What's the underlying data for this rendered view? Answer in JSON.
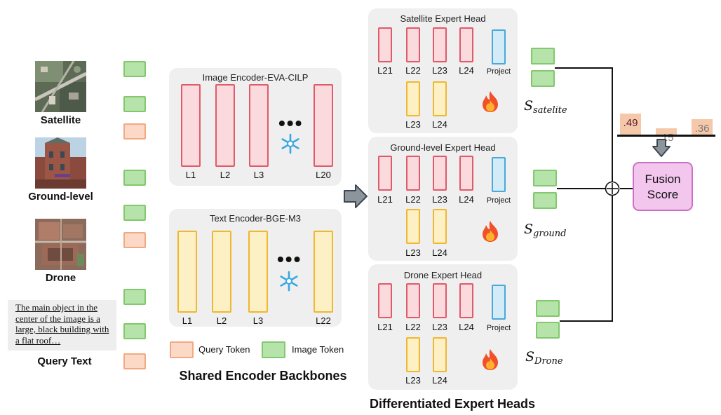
{
  "inputs": {
    "satellite_label": "Satellite",
    "ground_label": "Ground-level",
    "drone_label": "Drone",
    "query_text": "The main object in the center of the image is a large, black building with a flat roof…",
    "query_text_label": "Query Text"
  },
  "shared": {
    "image_encoder_title": "Image Encoder-EVA-CILP",
    "image_layers": [
      "L1",
      "L2",
      "L3",
      "L20"
    ],
    "text_encoder_title": "Text Encoder-BGE-M3",
    "text_layers": [
      "L1",
      "L2",
      "L3",
      "L22"
    ],
    "section_title": "Shared Encoder Backbones"
  },
  "legend": {
    "query_token": "Query Token",
    "image_token": "Image Token"
  },
  "heads": [
    {
      "title": "Satellite Expert Head",
      "red_layers": [
        "L21",
        "L22",
        "L23",
        "L24"
      ],
      "project": "Project",
      "yellow_layers": [
        "L23",
        "L24"
      ],
      "score": "S",
      "score_sub": "satelite"
    },
    {
      "title": "Ground-level Expert Head",
      "red_layers": [
        "L21",
        "L22",
        "L23",
        "L24"
      ],
      "project": "Project",
      "yellow_layers": [
        "L23",
        "L24"
      ],
      "score": "S",
      "score_sub": "ground"
    },
    {
      "title": "Drone Expert Head",
      "red_layers": [
        "L21",
        "L22",
        "L23",
        "L24"
      ],
      "project": "Project",
      "yellow_layers": [
        "L23",
        "L24"
      ],
      "score": "S",
      "score_sub": "Drone"
    }
  ],
  "heads_section_title": "Differentiated Expert Heads",
  "fusion": {
    "weights": [
      ".49",
      ".15",
      ".36"
    ],
    "weight_values": [
      0.49,
      0.15,
      0.36
    ],
    "label_line1": "Fusion",
    "label_line2": "Score"
  },
  "colors": {
    "frozen_layer": "#e05a6a",
    "trainable_layer": "#f0b731",
    "project_layer": "#4aa9da",
    "image_token": "#82c86e",
    "query_token": "#f2a983",
    "fusion_box": "#f3c6ee"
  },
  "icons": {
    "frozen": "snowflake-icon",
    "trainable": "fire-icon",
    "merge": "arrow-right-icon",
    "fusion": "circle-plus-icon"
  }
}
